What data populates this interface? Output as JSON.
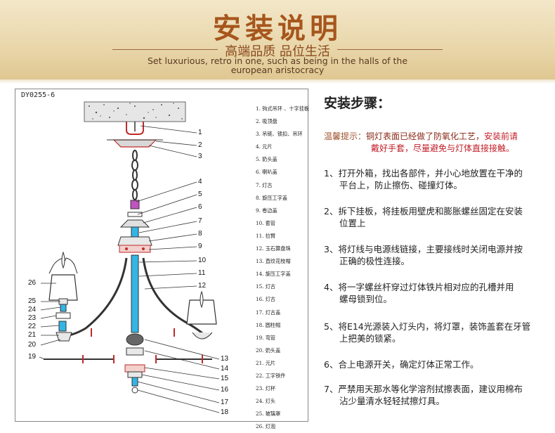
{
  "header": {
    "title": "安装说明",
    "subtitle": "高端品质  品位生活",
    "english_line1": "Set luxurious, retro in one, such as being in the halls of the",
    "english_line2": "european aristocracy"
  },
  "diagram": {
    "model": "DY0255-6",
    "parts": [
      "1. 钩式吊环 、十字挂板",
      "2. 吸顶盘",
      "3. 吊链、锁扣、吊环",
      "4. 元片",
      "5. 奶头盖",
      "6. 喇叭盖",
      "7. 灯古",
      "8. 旋压工字盖",
      "9. 卷边盖",
      "10. 套管",
      "11. 拉臂",
      "12. 玉石算盘珠",
      "13. 直纹花枝帽",
      "14. 旋压工字盖",
      "15. 灯古",
      "16. 灯古",
      "17. 灯古盖",
      "18. 圆柱帽",
      "19. 弯管",
      "20. 奶头盖",
      "21. 元片",
      "22. 工字铁件",
      "23. 灯杯",
      "24. 灯头",
      "25. 玻璃罩",
      "26. 灯泡"
    ],
    "callouts_right": [
      "1",
      "2",
      "3",
      "4",
      "5",
      "6",
      "7",
      "8",
      "9",
      "10",
      "11",
      "12",
      "13",
      "14",
      "15",
      "16",
      "17",
      "18"
    ],
    "callouts_left": [
      "26",
      "25",
      "24",
      "23",
      "22",
      "21",
      "20",
      "19"
    ]
  },
  "instructions": {
    "title": "安装步骤：",
    "tip_label": "温馨提示：",
    "tip_text1": "铜灯表面已经做了防氧化工艺，",
    "tip_warn1": "安装前请",
    "tip_warn2": "戴好手套，尽量避免与灯体直接接触。",
    "steps": [
      {
        "line1": "1、打开外箱，找出各部件，并小心地放置在干净的",
        "line2": "平台上，防止擦伤、碰撞灯体。"
      },
      {
        "line1": "2、拆下挂板，将挂板用壁虎和膨胀螺丝固定在安装",
        "line2": "位置上"
      },
      {
        "line1": "3、将灯线与电源线链接，主要接线时关闭电源并按",
        "line2": "正确的极性连接。"
      },
      {
        "line1": "4、将一字螺丝杆穿过灯体铁片相对应的孔槽并用",
        "line2": "螺母锁到位。"
      },
      {
        "line1": "5、将E14光源装入灯头内，将灯罩，装饰盖套在牙管",
        "line2": "上把美的锁紧。"
      },
      {
        "line1": "6、合上电源开关，确定灯体正常工作。",
        "line2": ""
      },
      {
        "line1": "7、严禁用天那水等化学溶剂拭擦表面，建议用棉布",
        "line2": "沾少量清水轻轻拭擦灯具。"
      }
    ]
  }
}
